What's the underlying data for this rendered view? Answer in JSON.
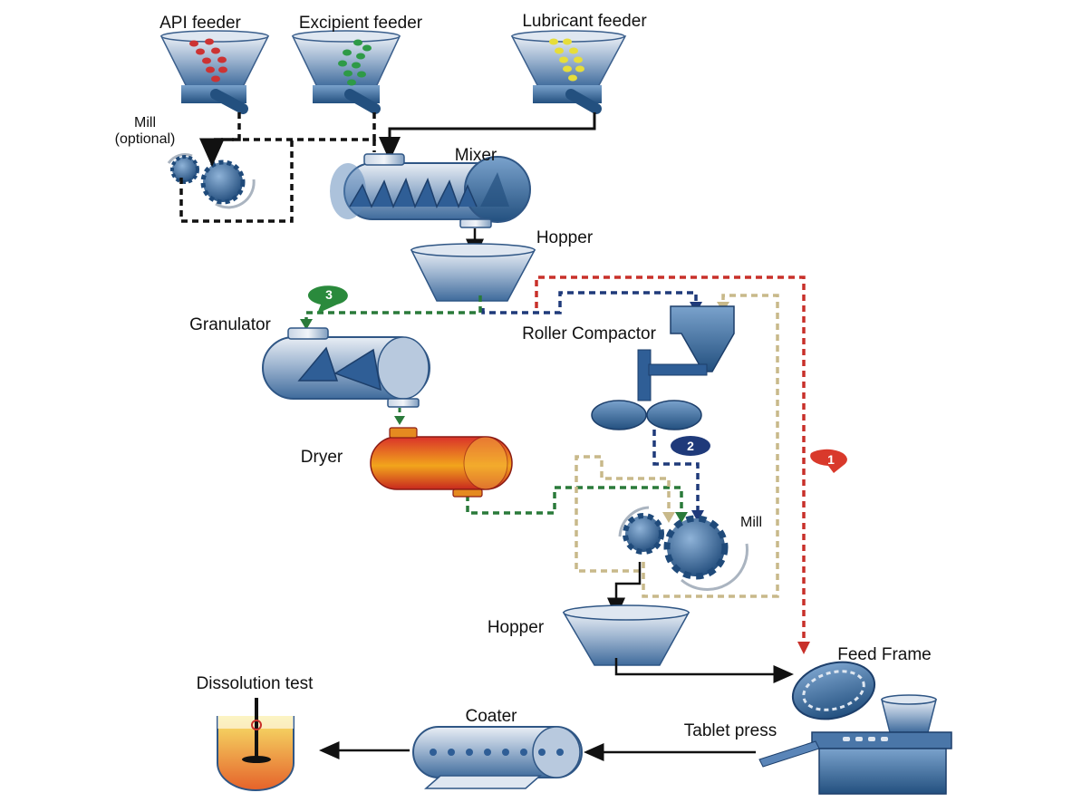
{
  "labels": {
    "api_feeder": "API feeder",
    "excipient_feeder": "Excipient feeder",
    "lubricant_feeder": "Lubricant feeder",
    "mill_optional_1": "Mill",
    "mill_optional_2": "(optional)",
    "mixer": "Mixer",
    "hopper_top": "Hopper",
    "granulator": "Granulator",
    "roller_compactor": "Roller Compactor",
    "dryer": "Dryer",
    "mill": "Mill",
    "hopper_bottom": "Hopper",
    "feed_frame": "Feed Frame",
    "dissolution_test": "Dissolution test",
    "coater": "Coater",
    "tablet_press": "Tablet press"
  },
  "routes": [
    {
      "number": "1",
      "color": "#d9392b"
    },
    {
      "number": "2",
      "color": "#1f3a7a"
    },
    {
      "number": "3",
      "color": "#2a8a3c"
    }
  ],
  "colors": {
    "equipment_blue": "#3d6fa6",
    "equipment_dark": "#23507f",
    "route_tan": "#c8b98a",
    "route_black": "#111111",
    "api_particles": "#cc3333",
    "excipient_particles": "#2e9a47",
    "lubricant_particles": "#e6dd3a"
  }
}
